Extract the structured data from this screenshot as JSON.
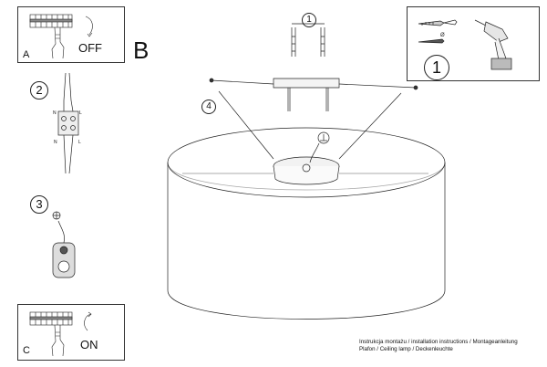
{
  "step_a": {
    "letter": "A",
    "switch_text": "OFF"
  },
  "step_c": {
    "letter": "C",
    "switch_text": "ON"
  },
  "step_b": {
    "letter": "B"
  },
  "tools_panel": {
    "step_number": "1"
  },
  "callouts": {
    "screws": "1",
    "wiring": "2",
    "ground": "3",
    "bracket_screw": "4"
  },
  "wiring_terminal_labels": {
    "left_top": "N",
    "right_top": "L",
    "left_bottom": "N",
    "right_bottom": "L"
  },
  "footer": {
    "line1": "Instrukcja montażu / installation instructions / Montageanleitung",
    "line2": "Plafon / Ceiling lamp / Deckenleuchte"
  },
  "icons": [
    "switch-off-icon",
    "switch-on-icon",
    "wall-plug-icon",
    "drill-icon",
    "ground-symbol-icon",
    "terminal-block-icon",
    "ring-terminal-icon",
    "lamp-shade-icon",
    "mounting-bracket-icon"
  ]
}
